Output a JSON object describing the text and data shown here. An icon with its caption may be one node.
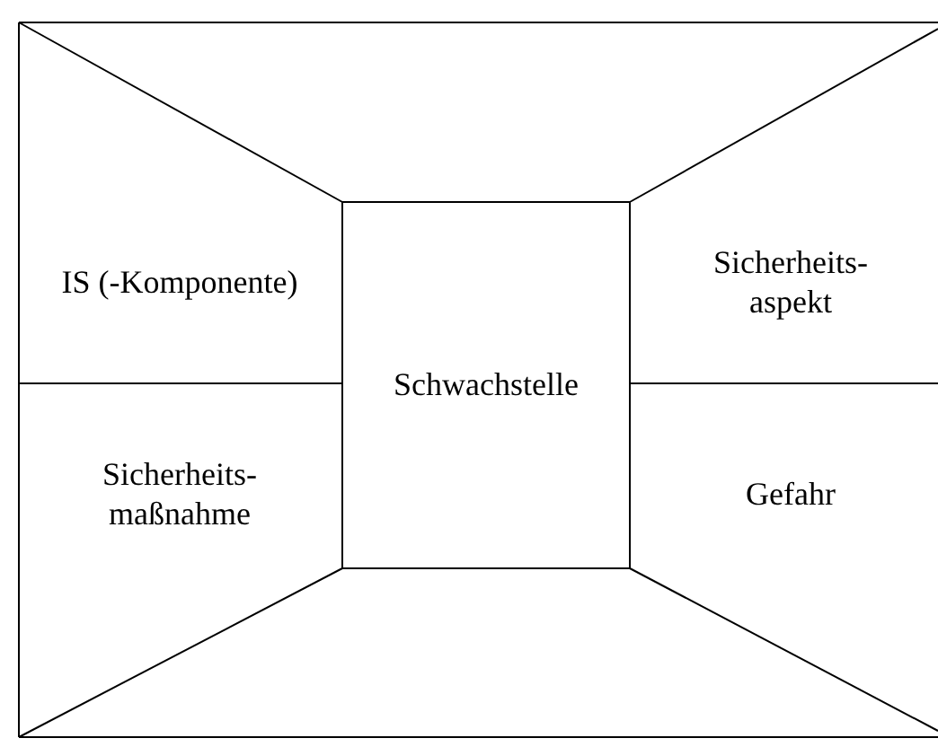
{
  "diagram": {
    "nodes": [
      {
        "text": [
          "IS (-Komponente)"
        ]
      },
      {
        "text": [
          "Sicherheits-aspekt"
        ]
      },
      {
        "text": [
          "Schwachstelle"
        ]
      },
      {
        "text": [
          "Sicherheits-maßnahme"
        ]
      },
      {
        "text": [
          "Gefahr"
        ]
      }
    ]
  }
}
